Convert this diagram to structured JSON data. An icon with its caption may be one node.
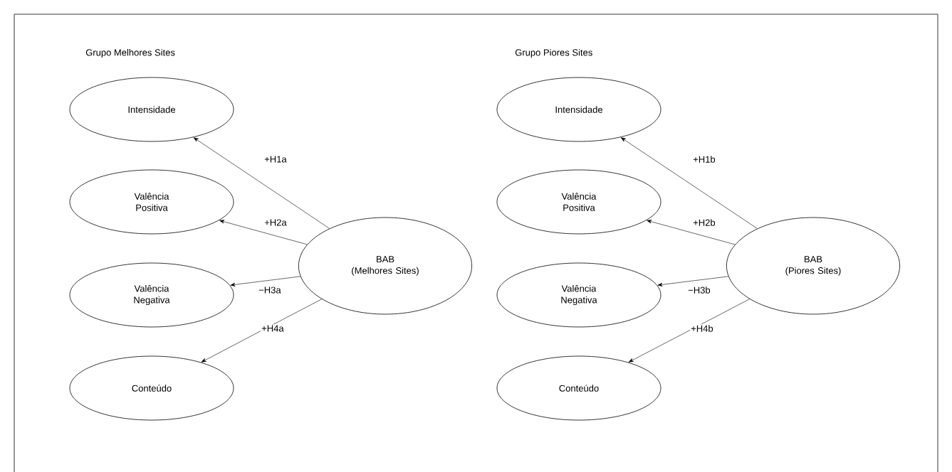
{
  "diagram": {
    "nodes": [
      {
        "text": [
          "Intensidade"
        ]
      },
      {
        "text": [
          "Valência Positiva"
        ]
      },
      {
        "text": [
          "Valência Negativa"
        ]
      },
      {
        "text": [
          "Conteúdo"
        ]
      },
      {
        "text": [
          "BAB",
          "(Melhores Sites)"
        ]
      },
      {
        "text": [
          "Intensidade"
        ]
      },
      {
        "text": [
          "Valência Positiva"
        ]
      },
      {
        "text": [
          "Valência Negativa"
        ]
      },
      {
        "text": [
          "Conteúdo"
        ]
      },
      {
        "text": [
          "BAB",
          "(Piores Sites)"
        ]
      }
    ],
    "edges": [
      {
        "from": 4,
        "to": 0,
        "arrow": "to",
        "label": "+H1a"
      },
      {
        "from": 4,
        "to": 1,
        "arrow": "to",
        "label": "+H2a"
      },
      {
        "from": 4,
        "to": 2,
        "arrow": "to",
        "label": "−H3a"
      },
      {
        "from": 4,
        "to": 3,
        "arrow": "to",
        "label": "+H4a"
      },
      {
        "from": 9,
        "to": 5,
        "arrow": "to",
        "label": "+H1b"
      },
      {
        "from": 9,
        "to": 6,
        "arrow": "to",
        "label": "+H2b"
      },
      {
        "from": 9,
        "to": 7,
        "arrow": "to",
        "label": "−H3b"
      },
      {
        "from": 9,
        "to": 8,
        "arrow": "to",
        "label": "+H4b"
      }
    ],
    "labels": [
      "Grupo Melhores Sites",
      "Grupo Piores Sites"
    ]
  }
}
